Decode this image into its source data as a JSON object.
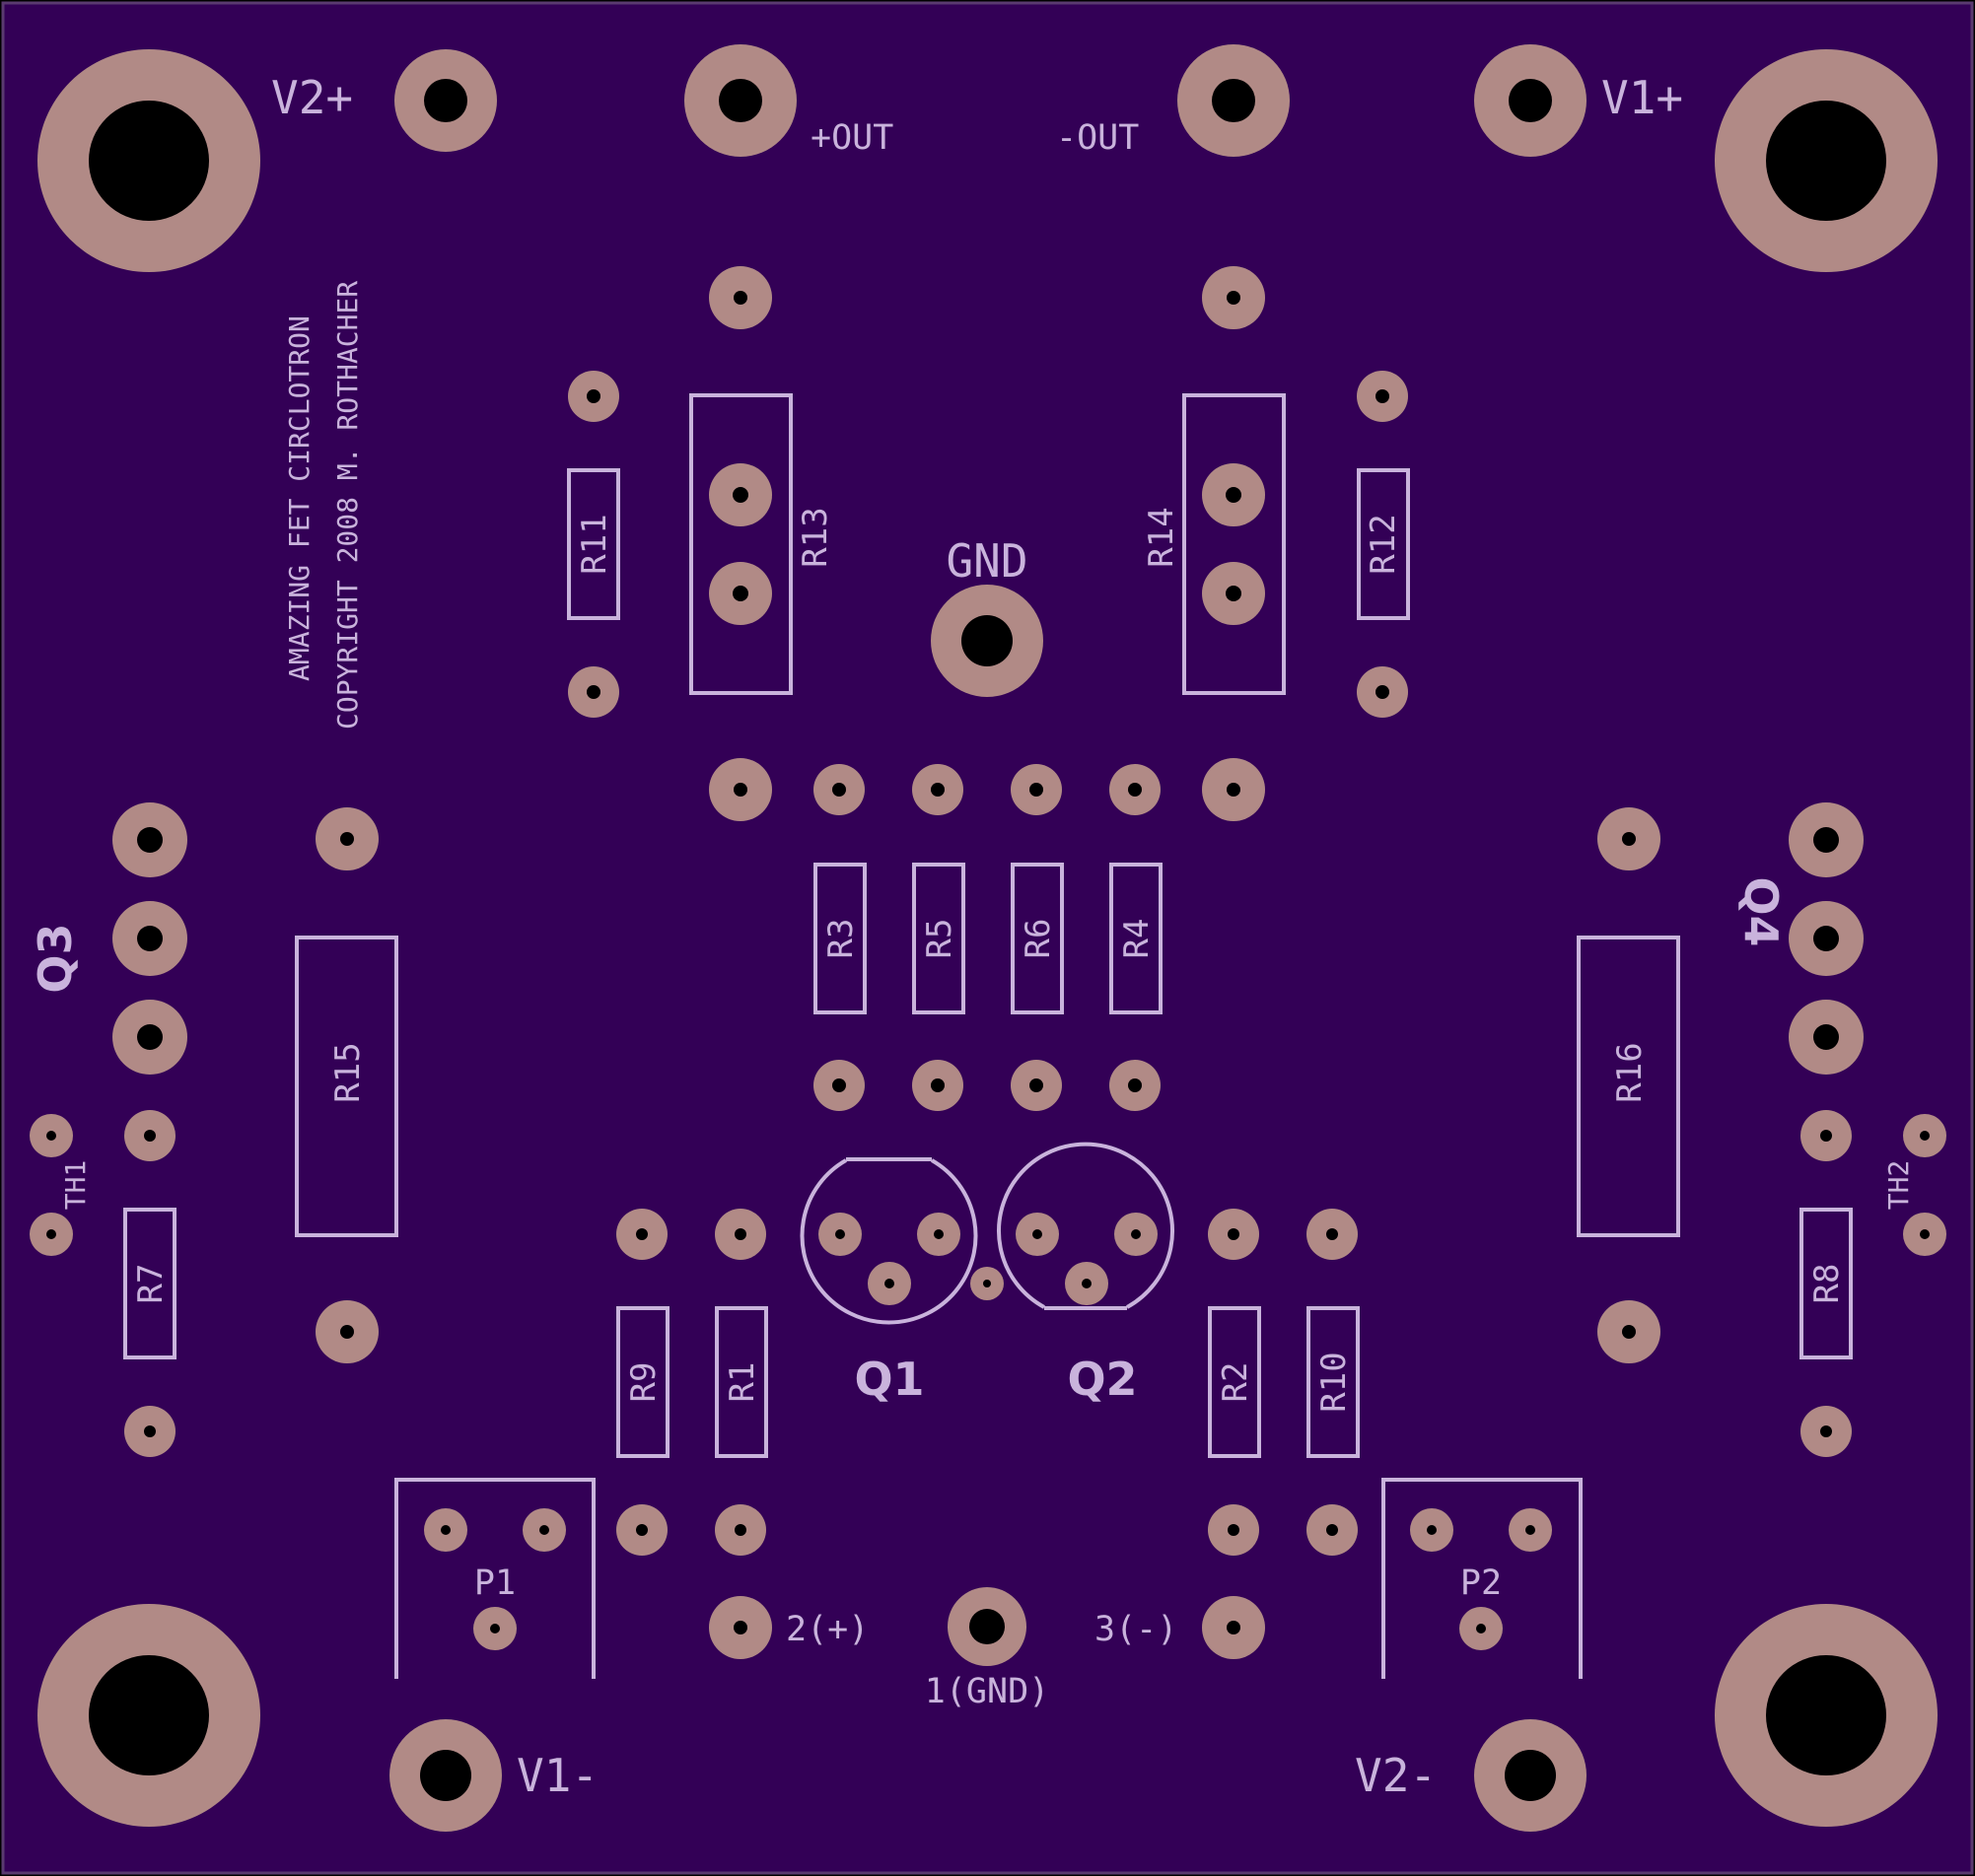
{
  "colors": {
    "board": "#330056",
    "pad": "#b18a86",
    "hole": "#000000",
    "silk": "#c9b3dc"
  },
  "texts": {
    "v2_plus": "V2+",
    "v1_plus": "V1+",
    "v1_minus": "V1-",
    "v2_minus": "V2-",
    "plus_out": "+OUT",
    "minus_out": "-OUT",
    "gnd": "GND",
    "title": "AMAZING FET CIRCLOTRON",
    "copyright": "COPYRIGHT 2008 M. ROTHACHER",
    "in_plus": "2(+)",
    "in_minus": "3(-)",
    "in_gnd": "1(GND)"
  },
  "designators": {
    "r1": "R1",
    "r2": "R2",
    "r3": "R3",
    "r4": "R4",
    "r5": "R5",
    "r6": "R6",
    "r7": "R7",
    "r8": "R8",
    "r9": "R9",
    "r10": "R10",
    "r11": "R11",
    "r12": "R12",
    "r13": "R13",
    "r14": "R14",
    "r15": "R15",
    "r16": "R16",
    "q1": "Q1",
    "q2": "Q2",
    "q3": "Q3",
    "q4": "Q4",
    "p1": "P1",
    "p2": "P2",
    "th1": "TH1",
    "th2": "TH2"
  }
}
